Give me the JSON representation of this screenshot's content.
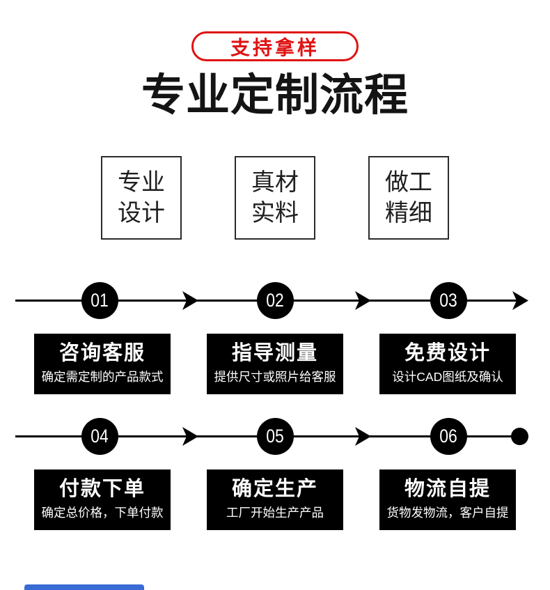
{
  "badge": {
    "label": "支持拿样",
    "color": "#e01212"
  },
  "title": "专业定制流程",
  "features": [
    {
      "line1": "专业",
      "line2": "设计"
    },
    {
      "line1": "真材",
      "line2": "实料"
    },
    {
      "line1": "做工",
      "line2": "精细"
    }
  ],
  "timeline1": {
    "end_marker": "arrow",
    "steps": [
      {
        "number": "01",
        "title": "咨询客服",
        "desc": "确定需定制的产品款式"
      },
      {
        "number": "02",
        "title": "指导测量",
        "desc": "提供尺寸或照片给客服"
      },
      {
        "number": "03",
        "title": "免费设计",
        "desc": "设计CAD图纸及确认"
      }
    ]
  },
  "timeline2": {
    "end_marker": "dot",
    "steps": [
      {
        "number": "04",
        "title": "付款下单",
        "desc": "确定总价格，下单付款"
      },
      {
        "number": "05",
        "title": "确定生产",
        "desc": "工厂开始生产产品"
      },
      {
        "number": "06",
        "title": "物流自提",
        "desc": "货物发物流，客户自提"
      }
    ]
  },
  "colors": {
    "accent_red": "#e01212",
    "timeline_black": "#000000",
    "step_box_bg": "#000000",
    "step_box_text": "#ffffff",
    "next_section_blue": "#3a6ad4",
    "background": "#ffffff"
  }
}
